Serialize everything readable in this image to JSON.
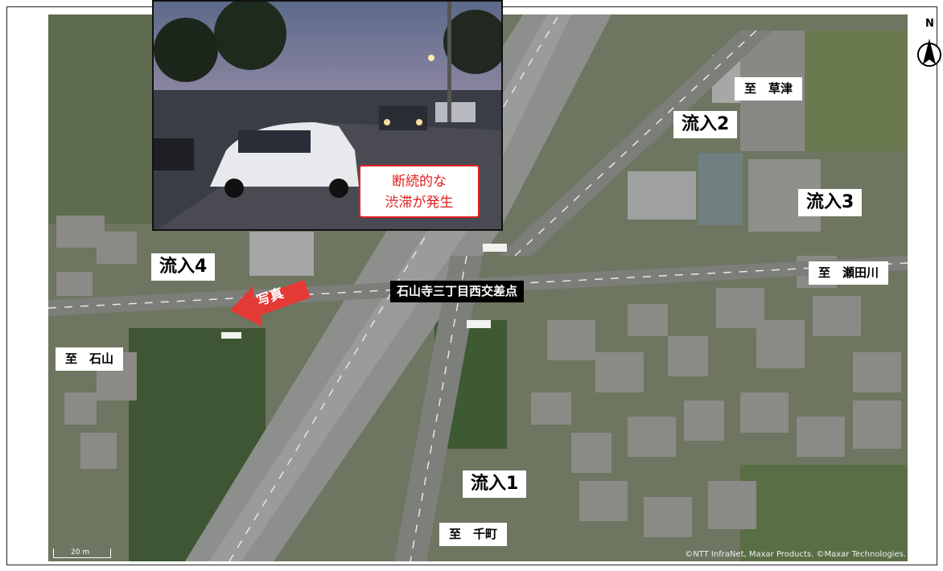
{
  "map": {
    "intersection_name": "石山寺三丁目西交差点",
    "inflows": {
      "inflow1": "流入1",
      "inflow2": "流入2",
      "inflow3": "流入3",
      "inflow4": "流入4"
    },
    "destinations": {
      "kusatsu": "至　草津",
      "setagawa": "至　瀬田川",
      "ishiyama": "至　石山",
      "sencho": "至　千町"
    },
    "photo_arrow_label": "写真",
    "callout_line1": "断続的な",
    "callout_line2": "渋滞が発生",
    "compass_label": "N",
    "scale_label": "20 m",
    "copyright": "©NTT InfraNet, Maxar Products. ©Maxar Technologies."
  },
  "colors": {
    "callout_border": "#e02020",
    "photo_arrow": "#e53935",
    "label_bg": "#ffffff",
    "intersection_bg": "#000000"
  }
}
